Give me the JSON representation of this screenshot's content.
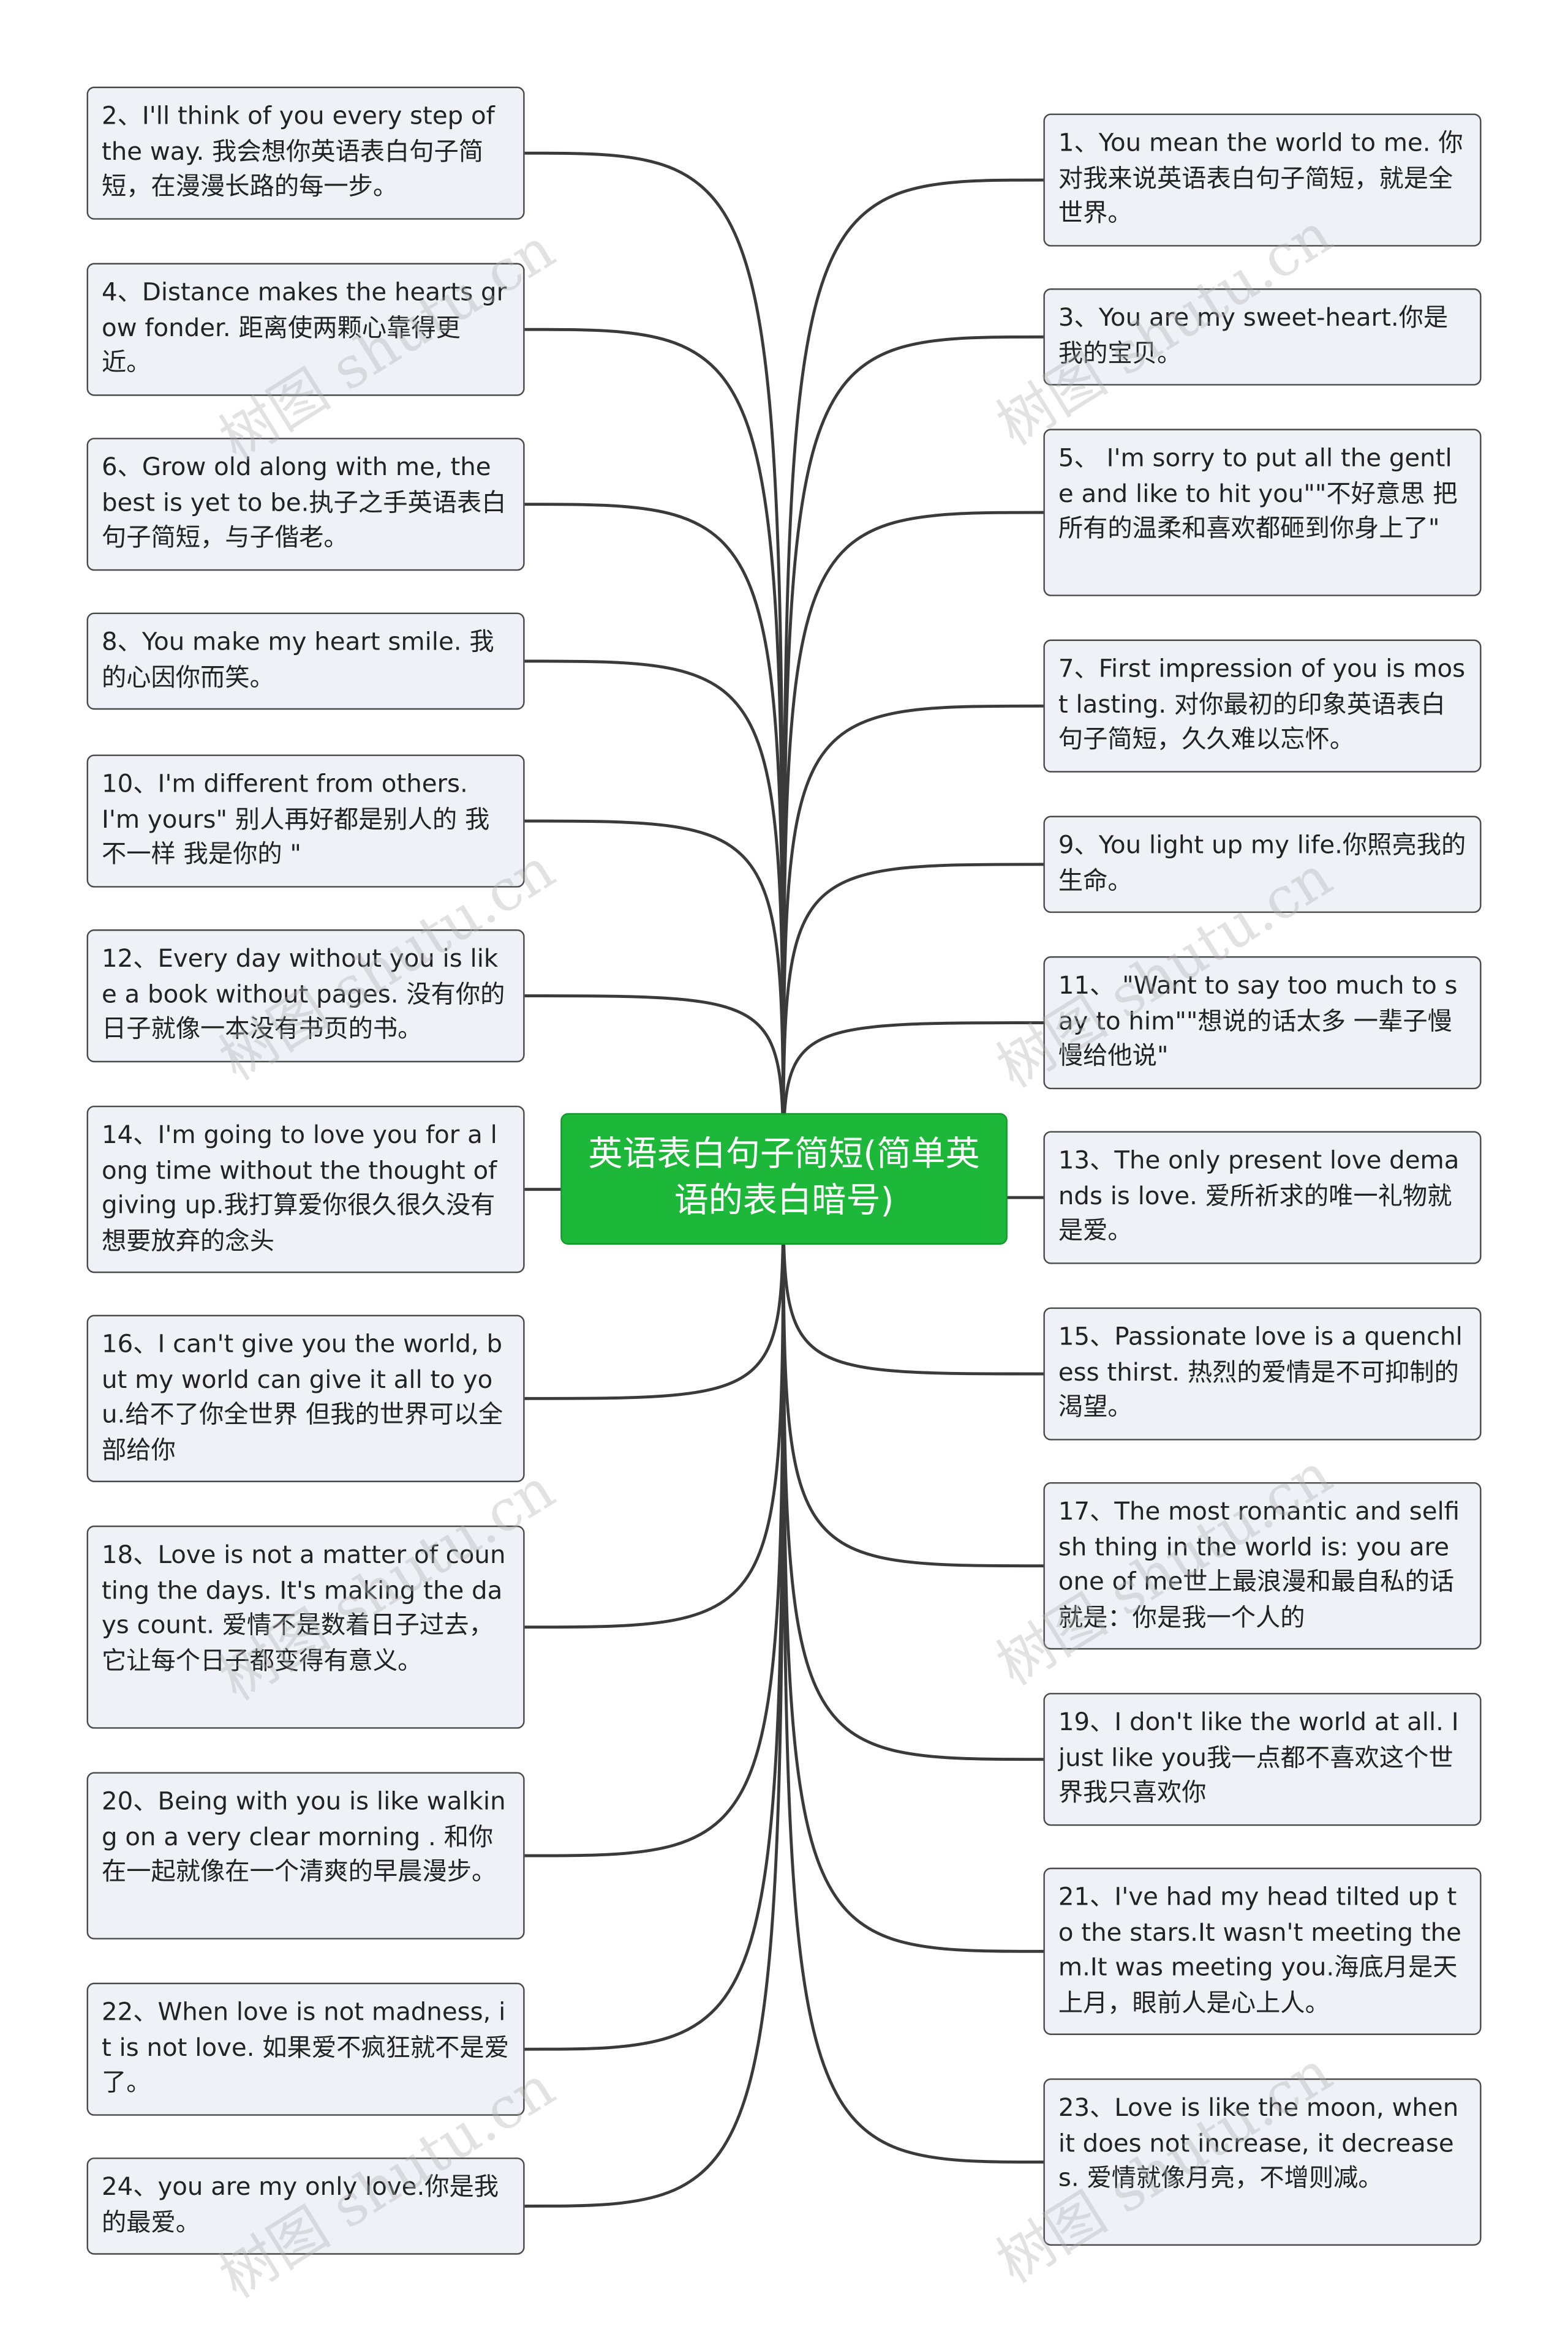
{
  "title": "英语表白句子简短(简单英语的表白暗号)",
  "watermark": "树图 shutu.cn",
  "colors": {
    "center_fill": "#1db73a",
    "node_fill": "#eef1f5",
    "node_border": "#4a4a4a",
    "line": "#3a3a3a"
  },
  "left_nodes": [
    "2、I'll think of you every step of the way. 我会想你英语表白句子简短，在漫漫长路的每一步。",
    "4、Distance makes the hearts grow fonder. 距离使两颗心靠得更近。",
    "6、Grow old along with me, the best is yet to be.执子之手英语表白句子简短，与子偕老。",
    "8、You make my heart smile. 我的心因你而笑。",
    "10、I'm different from others. I'm yours\" 别人再好都是别人的 我不一样 我是你的 \"",
    "12、Every day without you is like a book without pages. 没有你的日子就像一本没有书页的书。",
    "14、I'm going to love you for a long time without the thought of giving up.我打算爱你很久很久没有想要放弃的念头",
    "16、I can't give you the world, but my world can give it all to you.给不了你全世界 但我的世界可以全部给你",
    "18、Love is not a matter of counting the days. It's making the days count. 爱情不是数着日子过去，它让每个日子都变得有意义。",
    "20、Being with you is like walking on a very clear morning . 和你在一起就像在一个清爽的早晨漫步。",
    "22、When love is not madness, it is not love. 如果爱不疯狂就不是爱了。",
    "24、you are my only love.你是我的最爱。"
  ],
  "right_nodes": [
    "1、You mean the world to me. 你对我来说英语表白句子简短，就是全世界。",
    "3、You are my sweet-heart.你是我的宝贝。",
    "5、 I'm sorry to put all the gentle and like to hit you\"\"不好意思 把所有的温柔和喜欢都砸到你身上了\"",
    "7、First impression of you is most lasting. 对你最初的印象英语表白句子简短，久久难以忘怀。",
    "9、You light up my life.你照亮我的生命。",
    "11、 \"Want to say too much to say to him\"\"想说的话太多 一辈子慢慢给他说\"",
    "13、The only present love demands is love. 爱所祈求的唯一礼物就是爱。",
    "15、Passionate love is a quenchless thirst. 热烈的爱情是不可抑制的渴望。",
    "17、The most romantic and selfish thing in the world is: you are one of me世上最浪漫和最自私的话就是：你是我一个人的",
    "19、I don't like the world at all. I just like you我一点都不喜欢这个世界我只喜欢你",
    "21、I've had my head tilted up to the stars.It wasn't meeting them.It was meeting you.海底月是天上月，眼前人是心上人。",
    "23、Love is like the moon, when it does not increase, it decreases. 爱情就像月亮，不增则减。"
  ]
}
